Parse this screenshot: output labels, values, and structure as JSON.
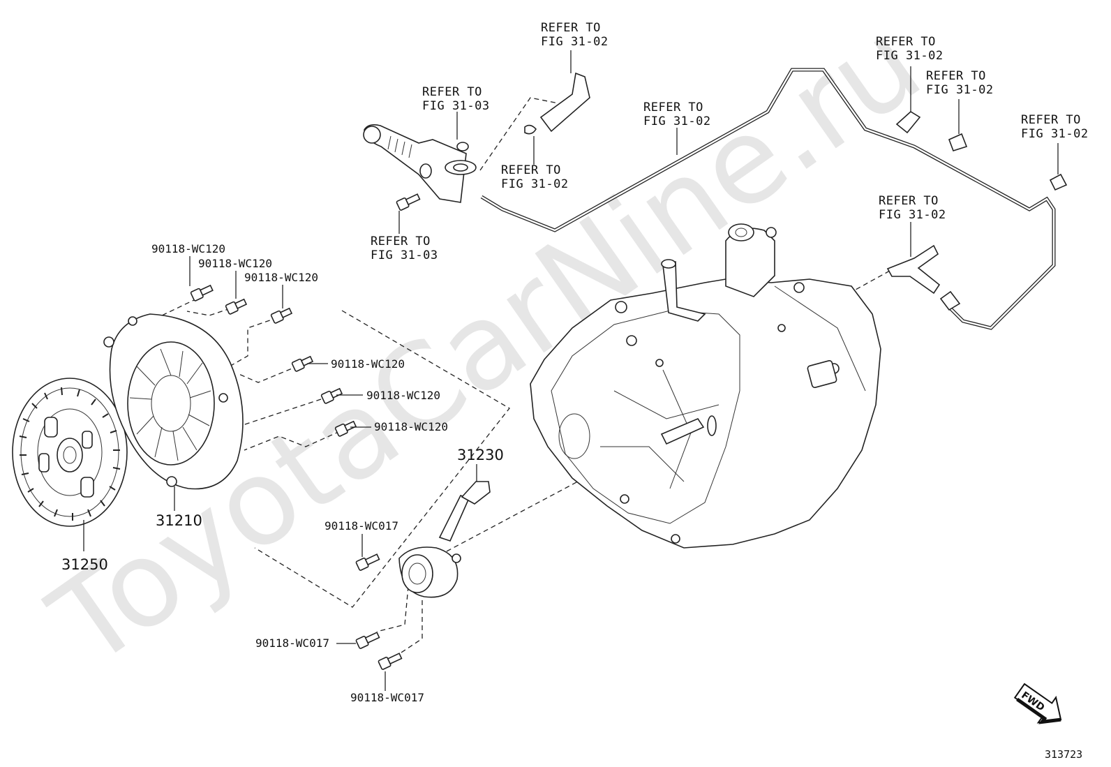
{
  "watermark": "ToyotaCarNine.ru",
  "figure_id": "313723",
  "fwd_label": "FWD",
  "refs": {
    "r1": [
      "REFER TO",
      "FIG 31-02"
    ],
    "r2": [
      "REFER TO",
      "FIG 31-03"
    ],
    "r3": [
      "REFER TO",
      "FIG 31-02"
    ],
    "r4": [
      "REFER TO",
      "FIG 31-03"
    ],
    "r5": [
      "REFER TO",
      "FIG 31-02"
    ],
    "r6": [
      "REFER TO",
      "FIG 31-02"
    ],
    "r7": [
      "REFER TO",
      "FIG 31-02"
    ],
    "r8": [
      "REFER TO",
      "FIG 31-02"
    ],
    "r9": [
      "REFER TO",
      "FIG 31-02"
    ]
  },
  "bolts": {
    "b1": "90118-WC120",
    "b2": "90118-WC120",
    "b3": "90118-WC120",
    "b4": "90118-WC120",
    "b5": "90118-WC120",
    "b6": "90118-WC120",
    "b7": "90118-WC017",
    "b8": "90118-WC017",
    "b9": "90118-WC017"
  },
  "parts": {
    "clutch_disc": "31250",
    "clutch_cover": "31210",
    "release_cylinder": "31230"
  }
}
